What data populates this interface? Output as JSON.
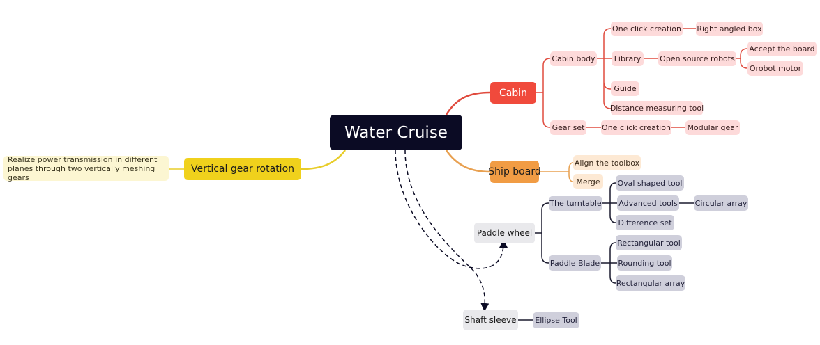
{
  "root": {
    "label": "Water Cruise"
  },
  "cabin": {
    "label": "Cabin",
    "cabin_body": {
      "label": "Cabin body",
      "one_click": {
        "label": "One click creation",
        "right_angled_box": "Right angled box"
      },
      "library": {
        "label": "Library",
        "open_source_robots": {
          "label": "Open source robots",
          "accept_the_board": "Accept the board",
          "orobot_motor": "Orobot motor"
        }
      },
      "guide": "Guide",
      "distance_tool": "Distance measuring tool"
    },
    "gear_set": {
      "label": "Gear set",
      "one_click": "One click creation",
      "modular_gear": "Modular gear"
    }
  },
  "ship_board": {
    "label": "Ship board",
    "align_toolbox": "Align the toolbox",
    "merge": "Merge"
  },
  "vertical_gear": {
    "label": "Vertical gear rotation",
    "note": "Realize power transmission in different planes through two vertically meshing gears"
  },
  "paddle_wheel": {
    "label": "Paddle wheel",
    "turntable": {
      "label": "The turntable",
      "oval_tool": "Oval shaped tool",
      "advanced_tools": "Advanced tools",
      "circular_array": "Circular array",
      "difference_set": "Difference set"
    },
    "paddle_blade": {
      "label": "Paddle Blade",
      "rectangular_tool": "Rectangular tool",
      "rounding_tool": "Rounding tool",
      "rectangular_array": "Rectangular array"
    }
  },
  "shaft_sleeve": {
    "label": "Shaft sleeve",
    "ellipse_tool": "Ellipse Tool"
  },
  "colors": {
    "root": "#0b0b24",
    "cabin": "#f04a3c",
    "ship_board": "#f19c44",
    "vertical_gear": "#f0d11c",
    "pink_leaf": "#fddada",
    "peach_leaf": "#fde9d4",
    "gray_leaf": "#cfcfdb",
    "note": "#fcf6d2"
  }
}
